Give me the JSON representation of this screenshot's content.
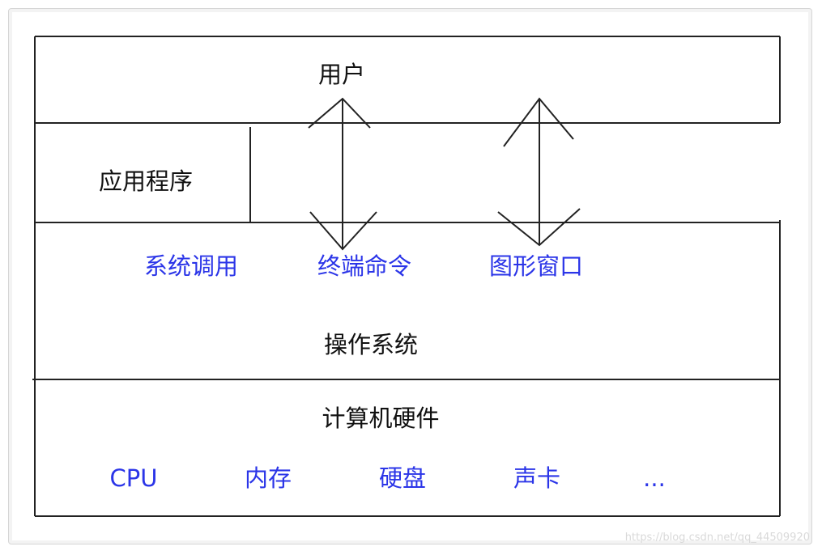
{
  "layers": {
    "user": {
      "label": "用户"
    },
    "application": {
      "label": "应用程序"
    },
    "os": {
      "label": "操作系统",
      "interfaces": [
        "系统调用",
        "终端命令",
        "图形窗口"
      ]
    },
    "hardware": {
      "label": "计算机硬件",
      "components": [
        "CPU",
        "内存",
        "硬盘",
        "声卡",
        "..."
      ]
    }
  },
  "colors": {
    "line": "#222222",
    "text": "#111111",
    "accent_blue": "#2b35e8"
  },
  "watermark": "https://blog.csdn.net/qq_44509920"
}
